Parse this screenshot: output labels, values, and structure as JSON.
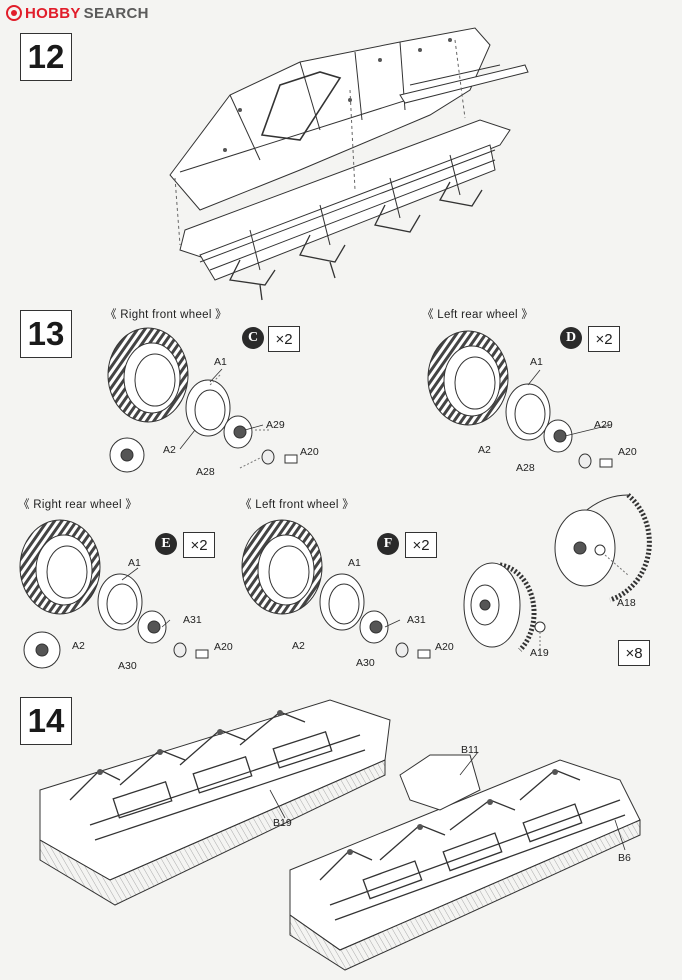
{
  "watermark": {
    "part1": "HOBBY",
    "part2": "SEARCH"
  },
  "steps": {
    "s12": "12",
    "s13": "13",
    "s14": "14"
  },
  "wheels": {
    "right_front": {
      "caption": "《 Right front wheel 》",
      "letter": "C",
      "qty": "×2"
    },
    "left_rear": {
      "caption": "《 Left rear wheel 》",
      "letter": "D",
      "qty": "×2"
    },
    "right_rear": {
      "caption": "《 Right rear wheel 》",
      "letter": "E",
      "qty": "×2"
    },
    "left_front": {
      "caption": "《 Left front wheel 》",
      "letter": "F",
      "qty": "×2"
    }
  },
  "callouts": {
    "rf": {
      "a1": "A1",
      "a2": "A2",
      "a29": "A29",
      "a28": "A28",
      "a20": "A20"
    },
    "lr": {
      "a1": "A1",
      "a2": "A2",
      "a29": "A29",
      "a28": "A28",
      "a20": "A20"
    },
    "rr": {
      "a1": "A1",
      "a2": "A2",
      "a31": "A31",
      "a30": "A30",
      "a20": "A20"
    },
    "lf": {
      "a1": "A1",
      "a2": "A2",
      "a31": "A31",
      "a30": "A30",
      "a20": "A20"
    },
    "hub": {
      "a18": "A18",
      "a19": "A19",
      "qty": "×8"
    },
    "chassis": {
      "b11": "B11",
      "b19": "B19",
      "b6": "B6"
    }
  },
  "colors": {
    "ink": "#1c1c1c",
    "paper": "#f4f4f2",
    "brand": "#e11d2a"
  }
}
